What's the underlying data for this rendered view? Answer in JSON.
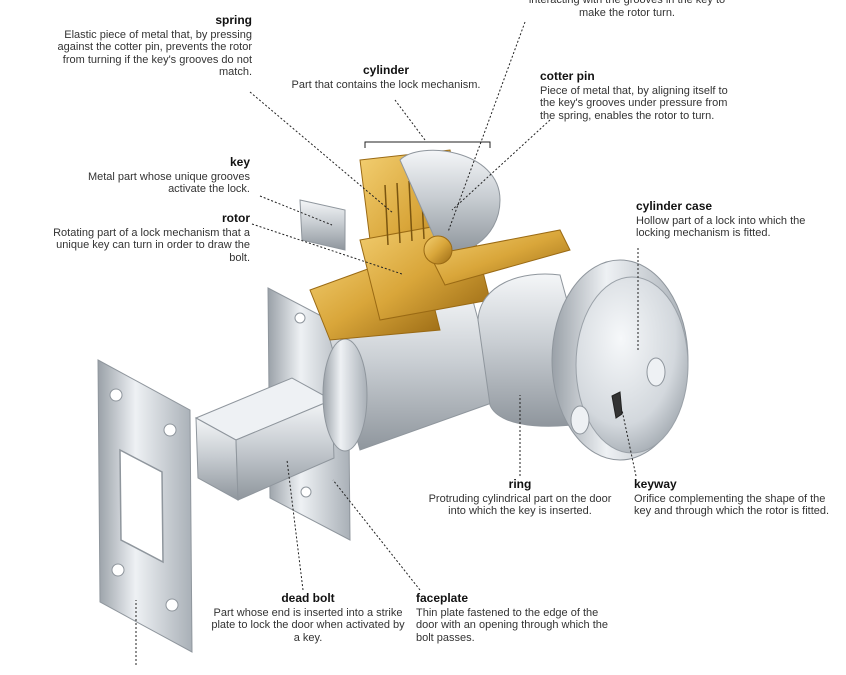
{
  "labels": {
    "pin": {
      "description": "interacting with the grooves in the key to make the rotor turn."
    },
    "spring": {
      "term": "spring",
      "description": "Elastic piece of metal that, by pressing against the cotter pin, prevents the rotor from turning if the key's grooves do not match."
    },
    "cylinder": {
      "term": "cylinder",
      "description": "Part that contains the lock mechanism."
    },
    "cotter_pin": {
      "term": "cotter pin",
      "description": "Piece of metal that, by aligning itself to the key's grooves under pressure from the spring, enables the rotor to turn."
    },
    "key": {
      "term": "key",
      "description": "Metal part whose unique grooves activate the lock."
    },
    "rotor": {
      "term": "rotor",
      "description": "Rotating part of a lock mechanism that a unique key can turn in order to draw the bolt."
    },
    "cylinder_case": {
      "term": "cylinder case",
      "description": "Hollow part of a lock into which the locking mechanism is fitted."
    },
    "ring": {
      "term": "ring",
      "description": "Protruding cylindrical part on the door into which the key is inserted."
    },
    "keyway": {
      "term": "keyway",
      "description": "Orifice complementing the shape of the key and through which the rotor is fitted."
    },
    "dead_bolt": {
      "term": "dead bolt",
      "description": "Part whose end is inserted into a strike plate to lock the door when activated by a key."
    },
    "faceplate": {
      "term": "faceplate",
      "description": "Thin plate fastened to the edge of the door with an opening through which the bolt passes."
    }
  },
  "colors": {
    "steel": "#c9ced3",
    "steel_dark": "#8f969d",
    "brass": "#d9a63a",
    "brass_dark": "#a8741a",
    "leader": "#222222"
  }
}
